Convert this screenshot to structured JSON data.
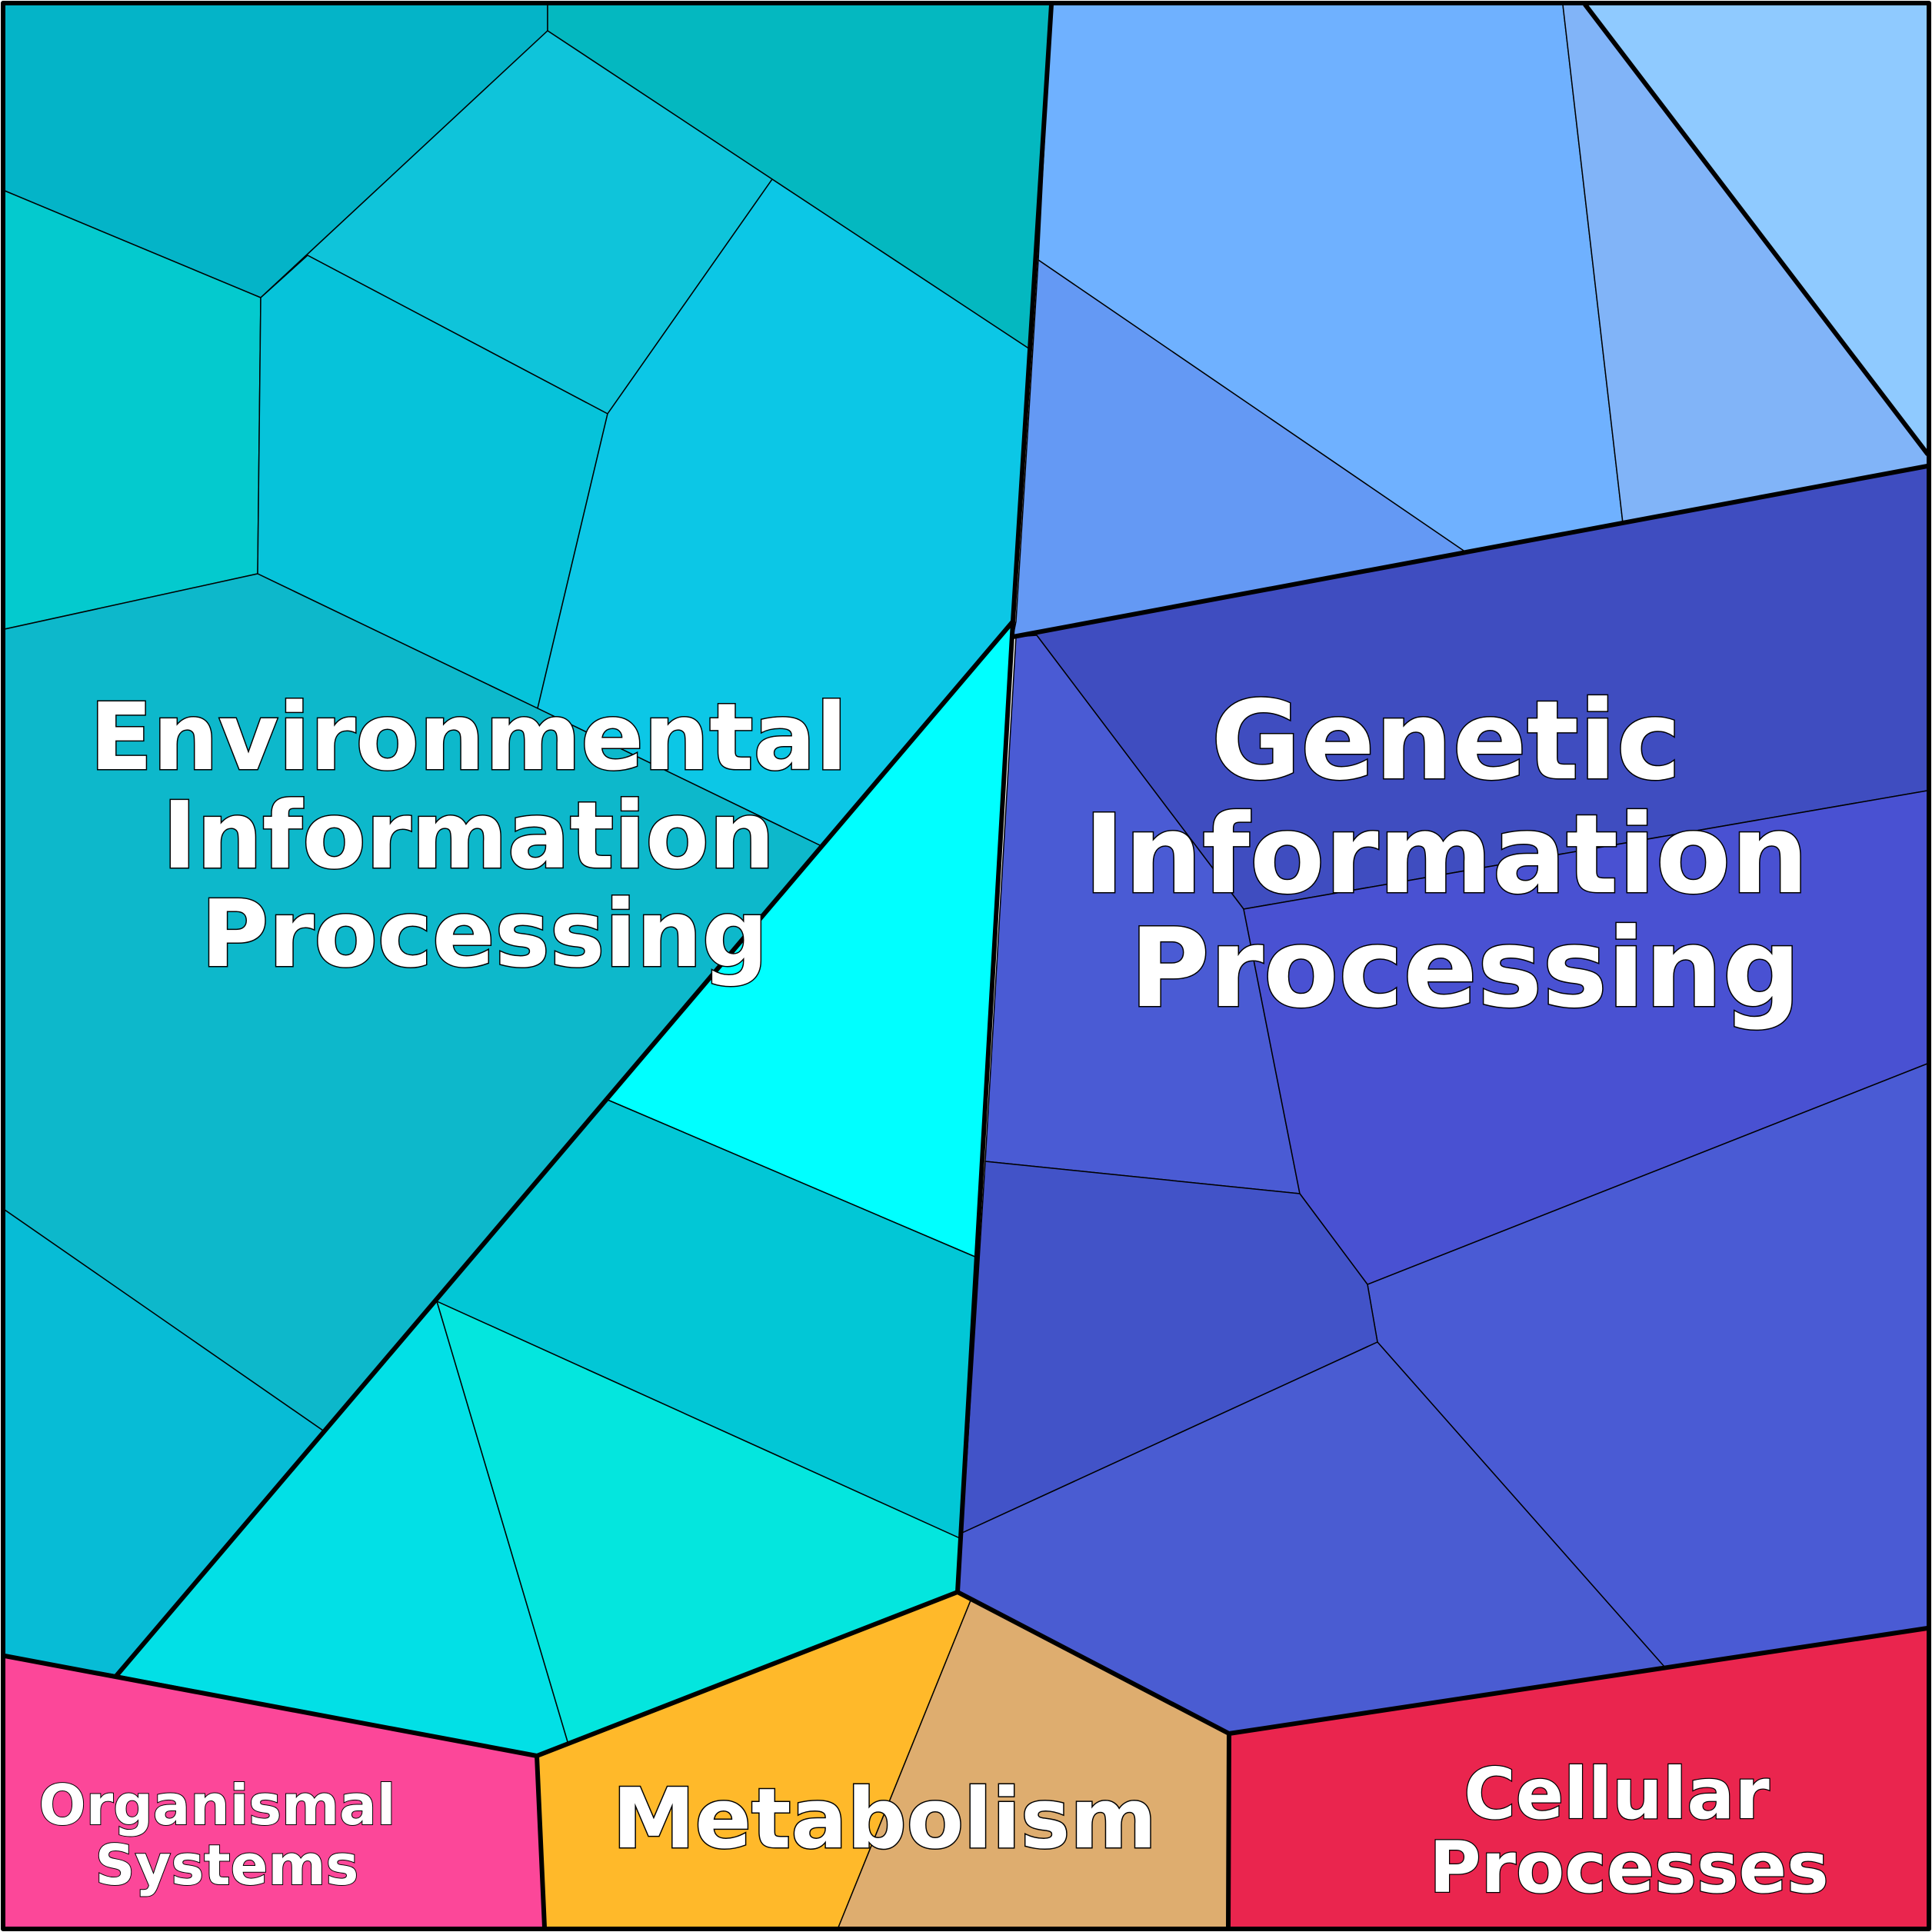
{
  "labels": {
    "environmental": [
      "Environmental",
      "Information",
      "Processing"
    ],
    "genetic": [
      "Genetic",
      "Information",
      "Processing"
    ],
    "organismal": [
      "Organismal",
      "Systems"
    ],
    "metabolism": [
      "Metabolism"
    ],
    "cellular": [
      "Cellular",
      "Processes"
    ]
  },
  "colors": {
    "environmental_cells": [
      "#04B4C8",
      "#04B8C0",
      "#0FC4DA",
      "#04CACE",
      "#06C3DA",
      "#0CC7E6",
      "#0DB8CB",
      "#00FFFF",
      "#07BCD6",
      "#02C7D6",
      "#02E0E6",
      "#04E6DE"
    ],
    "genetic_cells": [
      "#6FB1FF",
      "#81B4F8",
      "#8FCAFF",
      "#6499F4",
      "#3F4DC0",
      "#4A5BD4",
      "#4951D2",
      "#4A5BD4",
      "#4253C8",
      "#4A5CD2",
      "#3F53C6"
    ],
    "organismal": "#FC4799",
    "metabolism_cells": [
      "#FFB92A",
      "#DEAD6F"
    ],
    "cellular": "#EA254E",
    "outline": "#000000",
    "text": "#FFFFFF"
  }
}
